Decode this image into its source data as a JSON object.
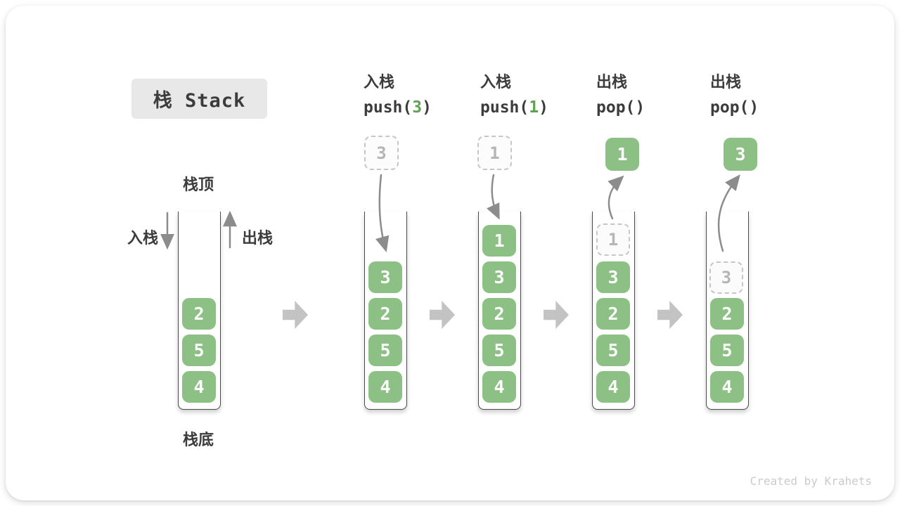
{
  "title": "栈 Stack",
  "annotations": {
    "stack_top": "栈顶",
    "stack_bottom": "栈底",
    "push_side": "入栈",
    "pop_side": "出栈"
  },
  "operations": [
    {
      "label": "入栈",
      "code": {
        "pre": "push(",
        "arg": "3",
        "post": ")"
      }
    },
    {
      "label": "入栈",
      "code": {
        "pre": "push(",
        "arg": "1",
        "post": ")"
      }
    },
    {
      "label": "出栈",
      "code": {
        "pre": "pop(",
        "arg": "",
        "post": ")"
      }
    },
    {
      "label": "出栈",
      "code": {
        "pre": "pop(",
        "arg": "",
        "post": ")"
      }
    }
  ],
  "stacks": [
    {
      "blocks": [
        "2",
        "5",
        "4"
      ]
    },
    {
      "floating": "3",
      "blocks": [
        "3",
        "2",
        "5",
        "4"
      ]
    },
    {
      "floating": "1",
      "blocks": [
        "1",
        "3",
        "2",
        "5",
        "4"
      ]
    },
    {
      "floating": "1",
      "ghost": "1",
      "blocks": [
        "3",
        "2",
        "5",
        "4"
      ]
    },
    {
      "floating": "3",
      "ghost": "3",
      "blocks": [
        "2",
        "5",
        "4"
      ]
    }
  ],
  "footer": "Created by Krahets",
  "colors": {
    "block_green": "#8dc084",
    "code_green": "#5fa254",
    "arrow_gray": "#8c8c8c",
    "step_arrow_gray": "#c3c3c3",
    "wall_color": "#4a4a4a",
    "ghost_border": "#c6c6c6",
    "ghost_text": "#b5b5b5",
    "title_bg": "#e8e8e8",
    "text_dark": "#3c3c3c",
    "footer_gray": "#cbcbcb"
  }
}
